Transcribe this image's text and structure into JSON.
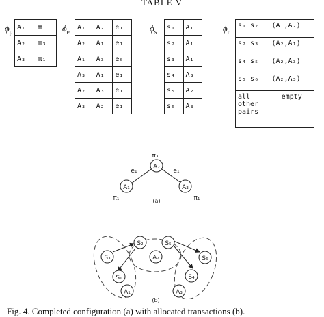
{
  "table": {
    "title": "TABLE V",
    "phi_p": {
      "label": "ϕ",
      "sub": "p",
      "rows": [
        [
          "A₁",
          "π₁"
        ],
        [
          "A₂",
          "π₃"
        ],
        [
          "A₃",
          "π₁"
        ]
      ]
    },
    "phi_e": {
      "label": "ϕ",
      "sub": "e",
      "rows": [
        [
          "A₁",
          "A₂",
          "e₁"
        ],
        [
          "A₂",
          "A₁",
          "e₁"
        ],
        [
          "A₁",
          "A₃",
          "e₀"
        ],
        [
          "A₃",
          "A₁",
          "e₁"
        ],
        [
          "A₂",
          "A₃",
          "e₁"
        ],
        [
          "A₃",
          "A₂",
          "e₁"
        ]
      ]
    },
    "phi_s": {
      "label": "ϕ",
      "sub": "s",
      "rows": [
        [
          "s₁",
          "A₁"
        ],
        [
          "s₂",
          "A₁"
        ],
        [
          "s₃",
          "A₁"
        ],
        [
          "s₄",
          "A₃"
        ],
        [
          "s₅",
          "A₂"
        ],
        [
          "s₆",
          "A₃"
        ]
      ]
    },
    "phi_r": {
      "label": "ϕ",
      "sub": "r",
      "rows": [
        [
          "s₁ s₂",
          "(A₁,A₂)"
        ],
        [
          "s₂ s₃",
          "(A₂,A₁)"
        ],
        [
          "s₄ s₅",
          "(A₂,A₃)"
        ],
        [
          "s₅ s₆",
          "(A₂,A₃)"
        ]
      ],
      "last_row": [
        "all\nother\npairs",
        "empty"
      ]
    }
  },
  "diagram_a": {
    "nodes": {
      "a1": "A₁",
      "a2": "A₂",
      "a3": "A₃"
    },
    "edge_left": "e₁",
    "edge_right": "e₁",
    "pi_top": "π₃",
    "pi_left": "π₁",
    "pi_right": "π₁",
    "label": "(a)"
  },
  "diagram_b": {
    "nodes": {
      "s1": "S₁",
      "s2": "S₂",
      "s3": "S₃",
      "s4": "S₄",
      "s5": "S₅",
      "s6": "S₆",
      "a1": "A₁",
      "a2": "A₂",
      "a3": "A₃"
    },
    "label": "(b)"
  },
  "caption": "Fig. 4.   Completed configuration (a) with allocated transactions (b)."
}
